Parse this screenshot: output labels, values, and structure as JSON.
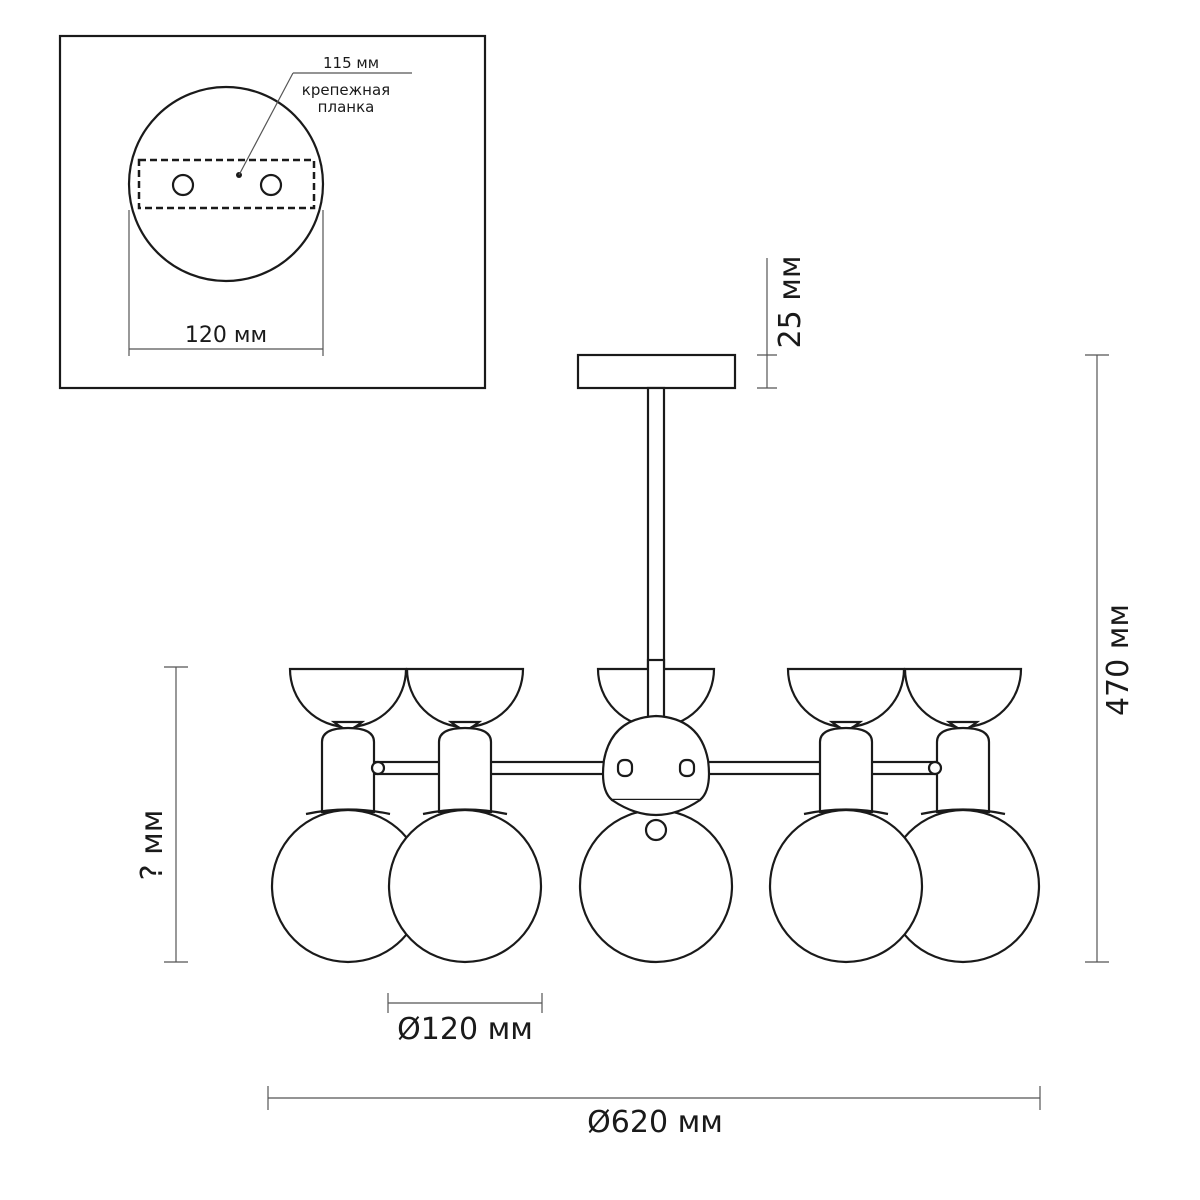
{
  "inset": {
    "plate_width_label": "115 мм",
    "plate_name_line1": "крепежная",
    "plate_name_line2": "планка",
    "canopy_diameter_label": "120 мм"
  },
  "dimensions": {
    "canopy_height_label": "25 мм",
    "total_height_label": "470 мм",
    "shade_height_label": "? мм",
    "shade_diameter_label": "Ø120 мм",
    "total_diameter_label": "Ø620 мм"
  },
  "fixture": {
    "shade_count": 5
  },
  "colors": {
    "line": "#1a1a1a",
    "dimension_line": "#555555",
    "background": "#ffffff"
  }
}
